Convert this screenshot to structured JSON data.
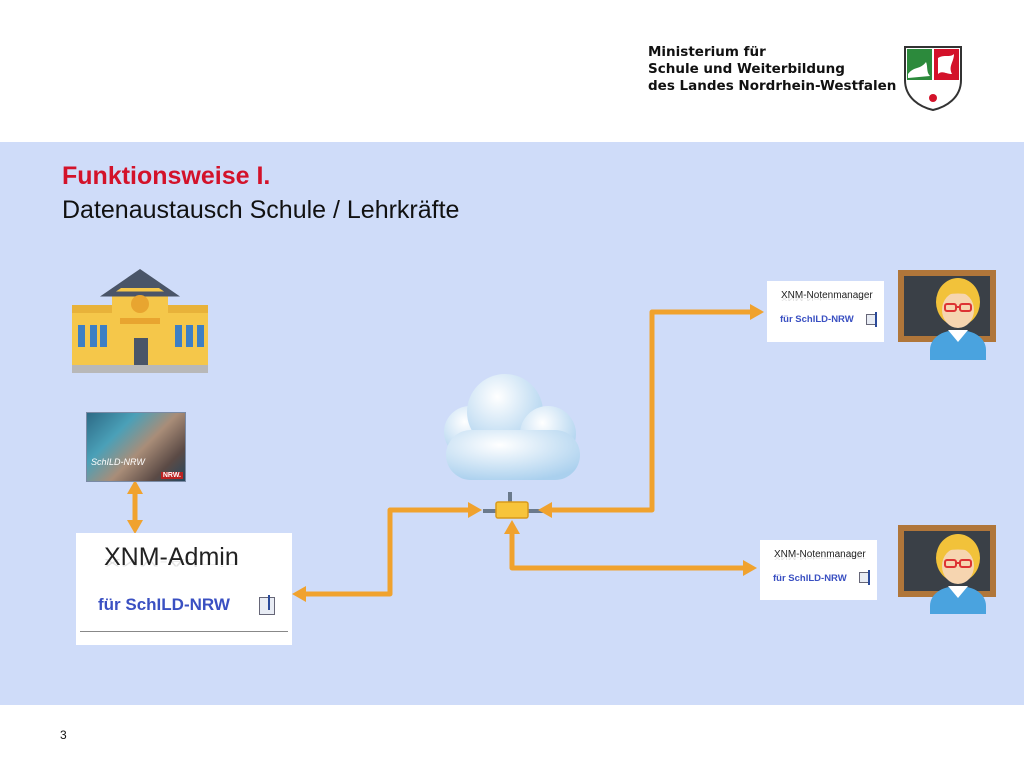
{
  "header": {
    "ministry_lines": [
      "Ministerium für",
      "Schule und Weiterbildung",
      "des Landes Nordrhein-Westfalen"
    ]
  },
  "slide": {
    "title_line1": "Funktionsweise I.",
    "title_line2": "Datenaustausch Schule / Lehrkräfte",
    "page_number": "3"
  },
  "diagram": {
    "admin_box": {
      "title": "XNM-Admin",
      "subtitle": "für SchILD-NRW"
    },
    "notenmanager_boxes": [
      {
        "title": "XNM-Notenmanager",
        "subtitle": "für SchILD-NRW"
      },
      {
        "title": "XNM-Notenmanager",
        "subtitle": "für SchILD-NRW"
      }
    ],
    "schild_thumbnail": {
      "logo_text": "SchILD-NRW",
      "badge": "NRW."
    }
  },
  "colors": {
    "title_red": "#d3122a",
    "panel_bg": "#cfdcf9",
    "arrow_orange": "#f0a22e",
    "subtitle_blue": "#3a50c2",
    "school_yellow": "#f5c74a",
    "board_brown": "#b0763a"
  },
  "icons": [
    "crest-icon",
    "school-building-icon",
    "cloud-icon",
    "network-hub-icon",
    "teacher-at-board-icon",
    "document-icon"
  ]
}
